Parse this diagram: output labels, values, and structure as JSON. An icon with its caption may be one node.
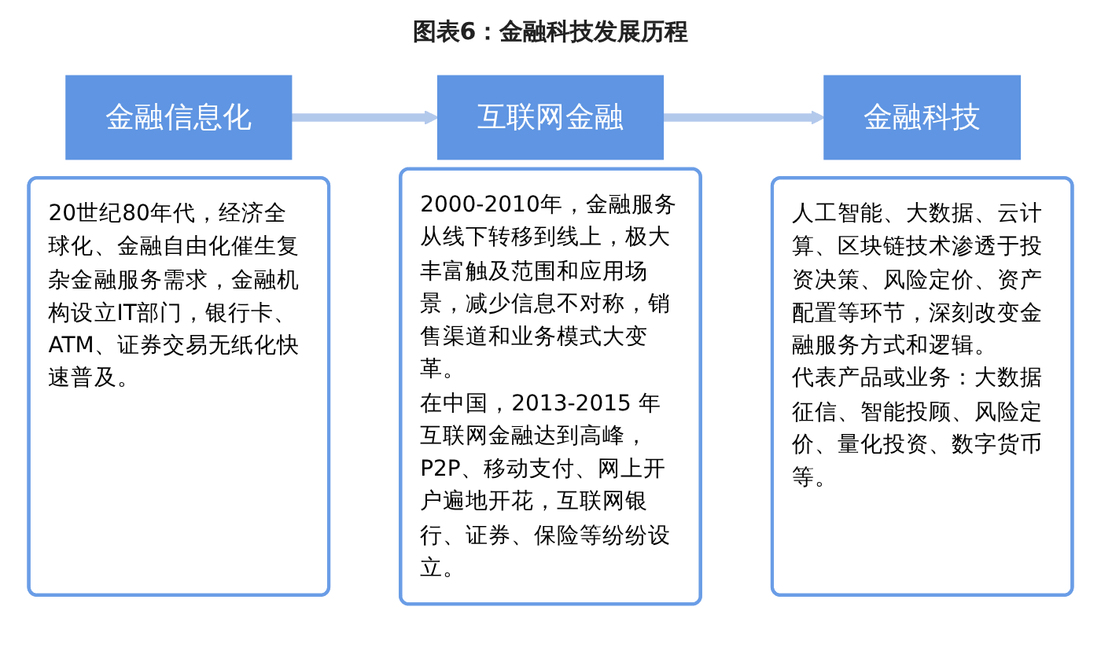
{
  "diagram": {
    "title": "图表6：金融科技发展历程",
    "nodes": [
      {
        "text": [
          "金融信息化"
        ]
      },
      {
        "text": [
          "20世纪80年代，经济全球化、金融自由化催生复杂金融服务需求，金融机构设立IT部门，银行卡、ATM、证券交易无纸化快速普及。"
        ]
      },
      {
        "text": [
          "互联网金融"
        ]
      },
      {
        "text": [
          "2000-2010年，金融服务从线下转移到线上，极大丰富触及范围和应用场景，减少信息不对称，销售渠道和业务模式大变革。",
          "在中国，2013-2015 年互联网金融达到高峰，P2P、移动支付、网上开户遍地开花，互联网银行、证券、保险等纷纷设立。"
        ]
      },
      {
        "text": [
          "金融科技"
        ]
      },
      {
        "text": [
          "人工智能、大数据、云计算、区块链技术渗透于投资决策、风险定价、资产配置等环节，深刻改变金融服务方式和逻辑。",
          "代表产品或业务：大数据征信、智能投顾、风险定价、量化投资、数字货币等。"
        ]
      }
    ],
    "edges": [
      {
        "from": 0,
        "to": 2,
        "arrow": "to"
      },
      {
        "from": 2,
        "to": 4,
        "arrow": "to"
      }
    ]
  }
}
